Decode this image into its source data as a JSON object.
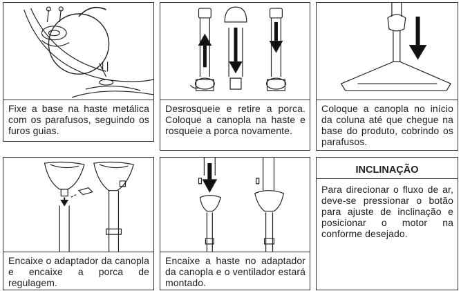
{
  "steps": [
    {
      "text": "Fixe a base na haste metálica com os parafusos, seguindo os furos guias."
    },
    {
      "text": "Desrosqueie e retire a porca. Coloque a canopla na haste e rosqueie a porca novamente."
    },
    {
      "text": "Coloque a canopla no início da coluna até que chegue na base do produto, cobrindo os parafusos."
    },
    {
      "text": "Encaixe o adaptador da canopla e encaixe a porca de regulagem."
    },
    {
      "text": "Encaixe a haste no adaptador da canopla e o ventilador estará montado."
    }
  ],
  "tip": {
    "title": "INCLINAÇÃO",
    "text": "Para direcionar o fluxo de ar, deve-se pressionar o botão para ajuste de inclinação e posicionar o motor na conforme desejado."
  }
}
